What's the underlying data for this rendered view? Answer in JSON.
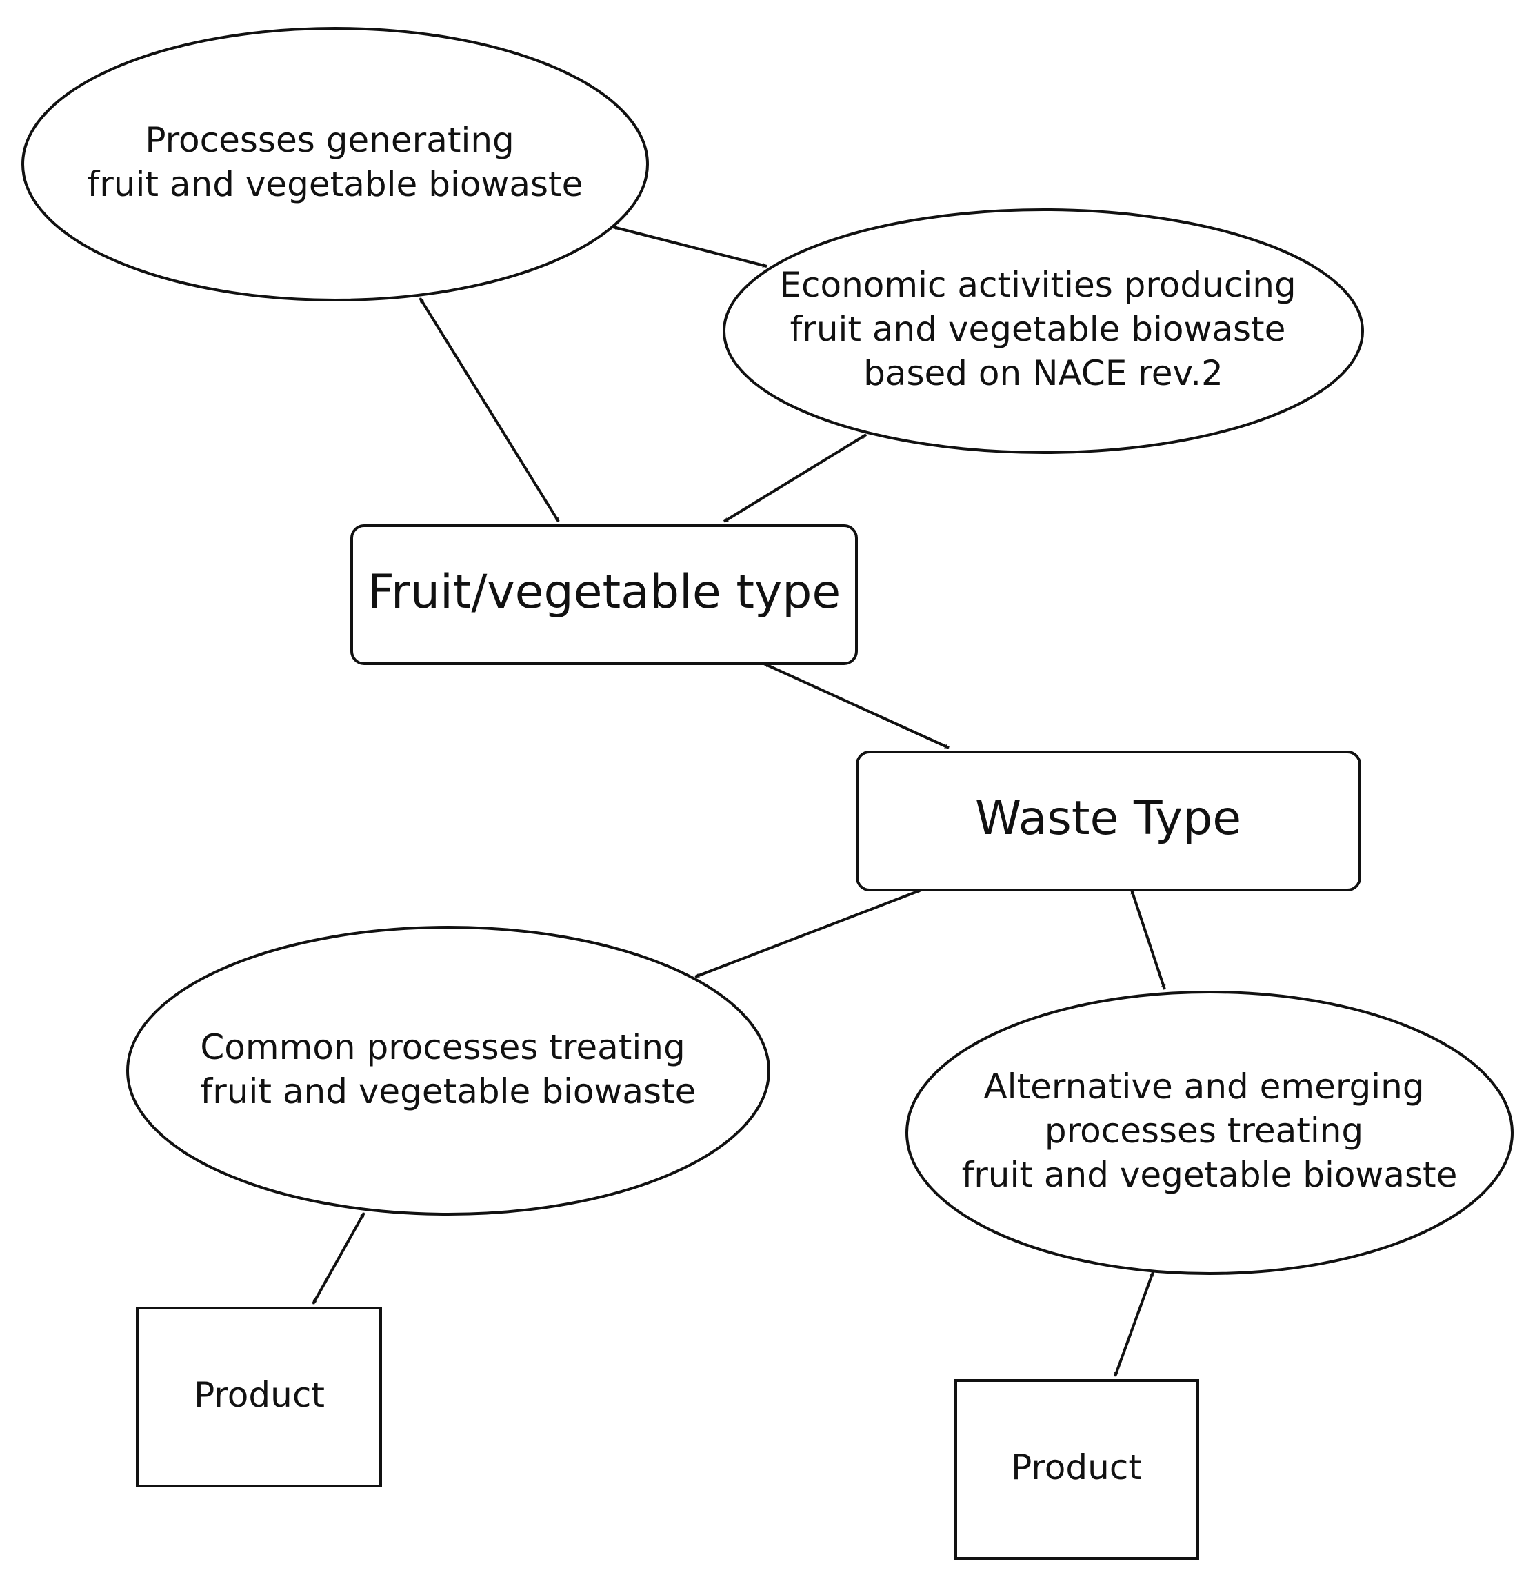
{
  "nodes": {
    "processes_generating": {
      "lines": [
        "Processes generating",
        "fruit and vegetable biowaste"
      ]
    },
    "economic_activities": {
      "lines": [
        "Economic activities producing",
        "fruit and vegetable biowaste",
        "based on NACE rev.2"
      ]
    },
    "fruit_vegetable_type": {
      "lines": [
        "Fruit/vegetable type"
      ]
    },
    "waste_type": {
      "lines": [
        "Waste Type"
      ]
    },
    "common_processes": {
      "lines": [
        "Common processes treating",
        "fruit and vegetable biowaste"
      ]
    },
    "alternative_processes": {
      "lines": [
        "Alternative and emerging",
        "processes treating",
        "fruit and vegetable biowaste"
      ]
    },
    "product_left": {
      "lines": [
        "Product"
      ]
    },
    "product_right": {
      "lines": [
        "Product"
      ]
    }
  },
  "edges": [
    {
      "from": "processes_generating",
      "to": "economic_activities",
      "arrow": "both"
    },
    {
      "from": "processes_generating",
      "to": "fruit_vegetable_type",
      "arrow": "both"
    },
    {
      "from": "economic_activities",
      "to": "fruit_vegetable_type",
      "arrow": "both"
    },
    {
      "from": "fruit_vegetable_type",
      "to": "waste_type",
      "arrow": "both"
    },
    {
      "from": "waste_type",
      "to": "common_processes",
      "arrow": "both"
    },
    {
      "from": "waste_type",
      "to": "alternative_processes",
      "arrow": "both"
    },
    {
      "from": "common_processes",
      "to": "product_left",
      "arrow": "both"
    },
    {
      "from": "alternative_processes",
      "to": "product_right",
      "arrow": "both"
    }
  ],
  "colors": {
    "stroke": "#111111",
    "fill": "#ffffff",
    "background": "#ffffff"
  }
}
